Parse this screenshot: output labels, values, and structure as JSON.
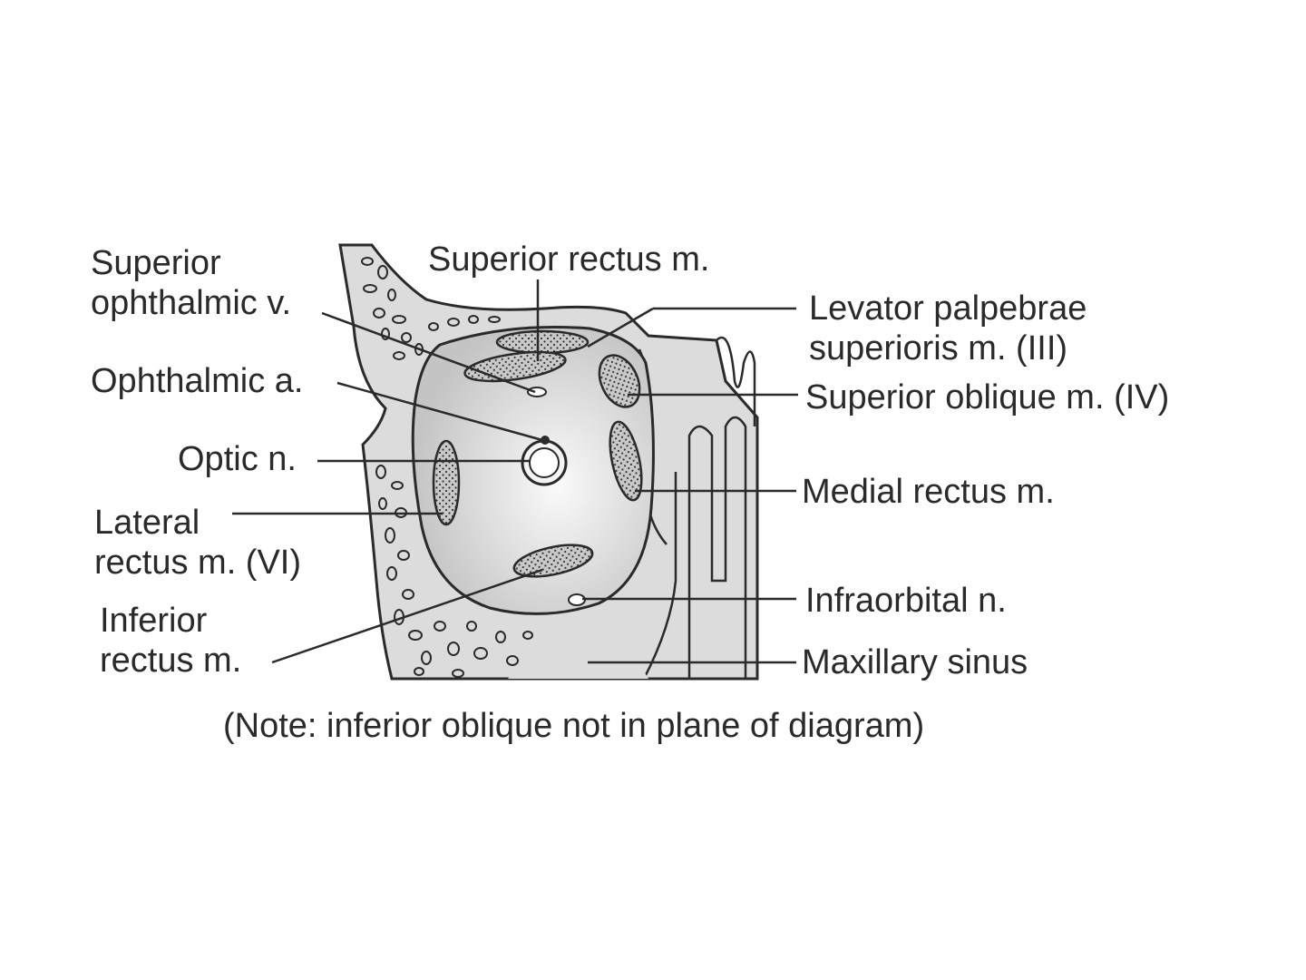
{
  "labels": {
    "superior_ophthalmic_v": "Superior\nophthalmic v.",
    "superior_rectus": "Superior rectus m.",
    "levator_palpebrae": "Levator palpebrae\nsuperioris m. (III)",
    "ophthalmic_a": "Ophthalmic a.",
    "superior_oblique": "Superior oblique m. (IV)",
    "optic_n": "Optic n.",
    "medial_rectus": "Medial rectus m.",
    "lateral_rectus": "Lateral\nrectus m. (VI)",
    "infraorbital_n": "Infraorbital n.",
    "inferior_rectus": "Inferior\nrectus m.",
    "maxillary_sinus": "Maxillary sinus"
  },
  "note": "(Note: inferior oblique not in plane of diagram)",
  "colors": {
    "line": "#2a2a2a",
    "bone": "#dcdcdc",
    "orbit_center": "#fafafa",
    "orbit_edge": "#c4c4c4",
    "muscle": "#bdbdbd"
  }
}
